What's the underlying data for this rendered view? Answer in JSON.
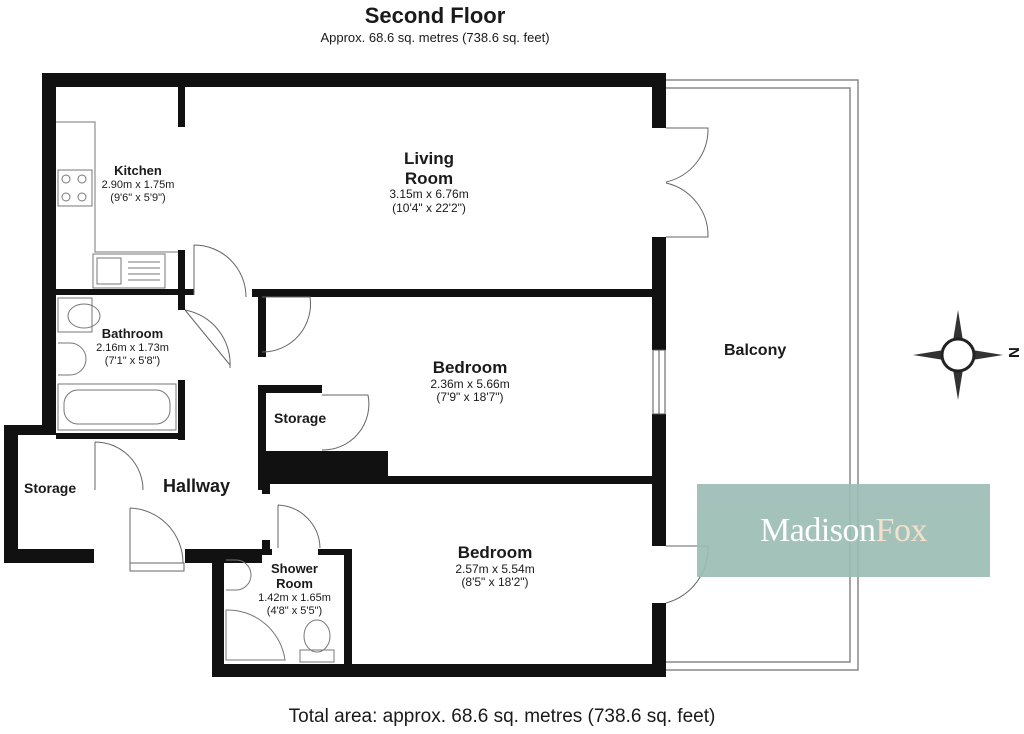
{
  "header": {
    "title": "Second Floor",
    "subtitle": "Approx. 68.6 sq. metres (738.6 sq. feet)"
  },
  "footer": {
    "total_area": "Total area: approx. 68.6 sq. metres (738.6 sq. feet)"
  },
  "rooms": {
    "kitchen": {
      "name": "Kitchen",
      "metric": "2.90m x 1.75m",
      "imperial": "(9'6\" x 5'9\")"
    },
    "living_room": {
      "name_line1": "Living",
      "name_line2": "Room",
      "metric": "3.15m x 6.76m",
      "imperial": "(10'4\" x 22'2\")"
    },
    "bathroom": {
      "name": "Bathroom",
      "metric": "2.16m x 1.73m",
      "imperial": "(7'1\" x 5'8\")"
    },
    "bedroom_1": {
      "name": "Bedroom",
      "metric": "2.36m x 5.66m",
      "imperial": "(7'9\" x 18'7\")"
    },
    "bedroom_2": {
      "name": "Bedroom",
      "metric": "2.57m x 5.54m",
      "imperial": "(8'5\" x 18'2\")"
    },
    "shower_room": {
      "name_line1": "Shower",
      "name_line2": "Room",
      "metric": "1.42m x 1.65m",
      "imperial": "(4'8\" x 5'5\")"
    },
    "storage_inner": {
      "name": "Storage"
    },
    "storage_left": {
      "name": "Storage"
    },
    "hallway": {
      "name": "Hallway"
    },
    "balcony": {
      "name": "Balcony"
    }
  },
  "compass": {
    "letter": "N"
  },
  "logo": {
    "part1": "Madison",
    "part2": "Fox"
  },
  "colors": {
    "wall": "#111111",
    "logo_bg": "#9cbdb5",
    "logo_accent": "#f2dfc8"
  }
}
